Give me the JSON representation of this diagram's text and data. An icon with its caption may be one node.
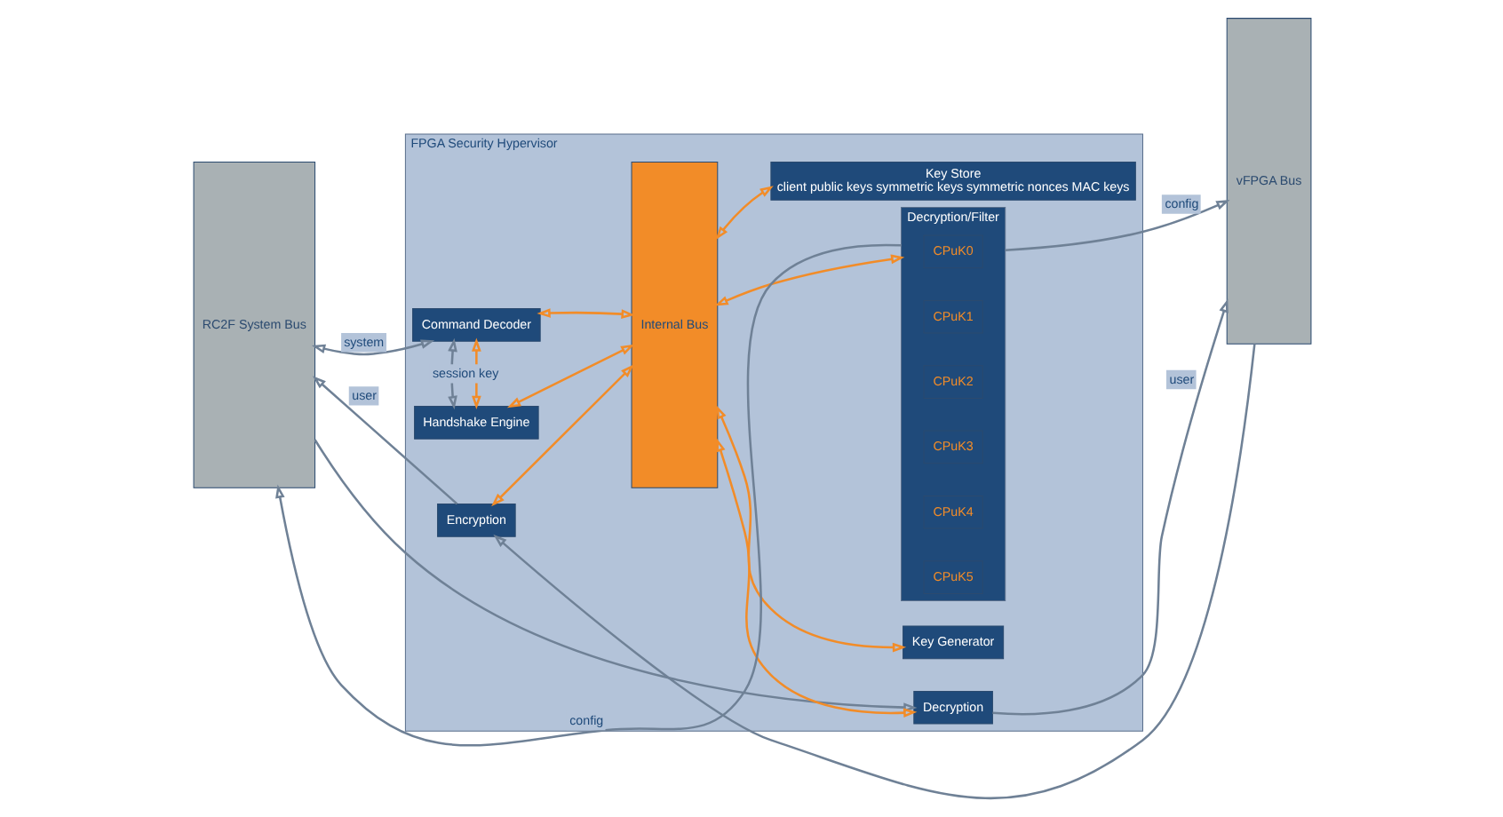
{
  "diagram": {
    "nodes": [
      {
        "text": [
          "RC2F System Bus"
        ]
      },
      {
        "text": [
          "FPGA Security Hypervisor"
        ]
      },
      {
        "text": [
          "Internal Bus"
        ],
        "in": 1
      },
      {
        "text": [
          "Key Store",
          "client public keys symmetric keys symmetric nonces MAC keys"
        ],
        "in": 1
      },
      {
        "text": [
          "Command Decoder"
        ],
        "in": 1
      },
      {
        "text": [
          "vFPGA Bus"
        ]
      },
      {
        "text": [
          "Key Generator"
        ],
        "in": 1
      },
      {
        "text": [
          "Handshake Engine"
        ],
        "in": 1
      },
      {
        "text": [
          "Decryption/Filter"
        ],
        "in": 1
      },
      {
        "text": [
          "CPuK0"
        ],
        "in": 8
      },
      {
        "text": [
          "CPuK1"
        ],
        "in": 8
      },
      {
        "text": [
          "CPuK2"
        ],
        "in": 8
      },
      {
        "text": [
          "CPuK3"
        ],
        "in": 8
      },
      {
        "text": [
          "CPuK4"
        ],
        "in": 8
      },
      {
        "text": [
          "CPuK5"
        ],
        "in": 8
      },
      {
        "text": [
          "Encryption"
        ],
        "in": 1
      },
      {
        "text": [
          "Decryption"
        ],
        "in": 1
      }
    ],
    "edges": [
      {
        "from": 0,
        "to": 4,
        "arrow": "both",
        "label": "system"
      },
      {
        "from": 4,
        "to": 2,
        "arrow": "both",
        "color": "#f28c28"
      },
      {
        "from": 2,
        "to": 3,
        "arrow": "both",
        "color": "#f28c28"
      },
      {
        "from": 4,
        "to": 7,
        "arrow": "both"
      },
      {
        "from": 4,
        "to": 7,
        "arrow": "both",
        "label": "session key",
        "color": "#f28c28"
      },
      {
        "from": 2,
        "to": 6,
        "arrow": "both",
        "color": "#f28c28"
      },
      {
        "from": 7,
        "to": 2,
        "arrow": "both",
        "color": "#f28c28"
      },
      {
        "from": 2,
        "to": 8,
        "arrow": "both",
        "color": "#f28c28"
      },
      {
        "from": 8,
        "to": 0,
        "arrow": "to",
        "label": "config"
      },
      {
        "from": 8,
        "to": 5,
        "arrow": "to",
        "label": "config"
      },
      {
        "from": 15,
        "to": 2,
        "arrow": "both",
        "color": "#f28c28"
      },
      {
        "from": 2,
        "to": 16,
        "arrow": "both",
        "color": "#f28c28"
      },
      {
        "from": 15,
        "to": 0,
        "arrow": "to",
        "label": "user"
      },
      {
        "from": 0,
        "to": 16,
        "arrow": "to"
      },
      {
        "from": 16,
        "to": 5,
        "arrow": "to",
        "label": "user"
      },
      {
        "from": 5,
        "to": 15,
        "arrow": "to"
      }
    ]
  }
}
